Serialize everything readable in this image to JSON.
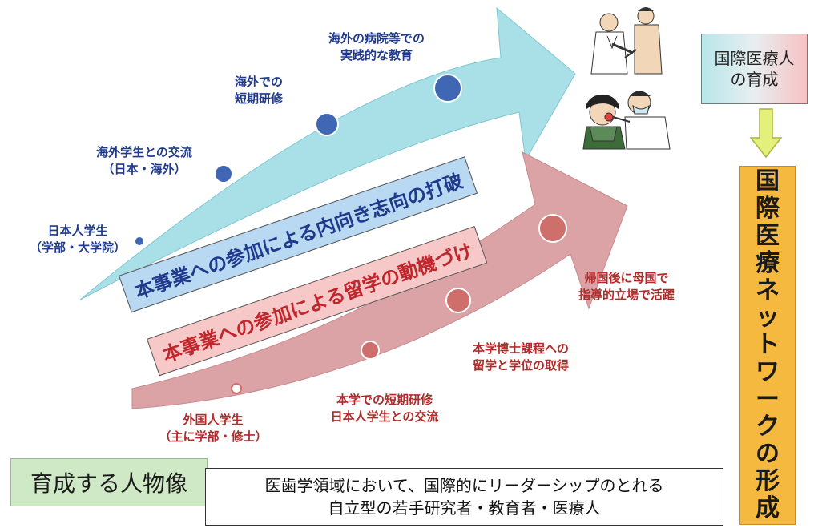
{
  "upper_track": {
    "labels": [
      [
        "日本人学生",
        "（学部・大学院）"
      ],
      [
        "海外学生との交流",
        "（日本・海外）"
      ],
      [
        "海外での",
        "短期研修"
      ],
      [
        "海外の病院等での",
        "実践的な教育"
      ]
    ],
    "banner": "本事業への参加による内向き志向の打破"
  },
  "lower_track": {
    "labels": [
      [
        "外国人学生",
        "（主に学部・修士）"
      ],
      [
        "本学での短期研修",
        "日本人学生との交流"
      ],
      [
        "本学博士課程への",
        "留学と学位の取得"
      ],
      [
        "帰国後に母国で",
        "指導的立場で活躍"
      ]
    ],
    "banner": "本事業への参加による留学の動機づけ"
  },
  "outcome": {
    "line1": "国際医療人",
    "line2": "の育成"
  },
  "network": {
    "text": "国際医療ネットワークの形成"
  },
  "profile": {
    "title": "育成する人物像",
    "line1": "医歯学領域において、国際的にリーダーシップのとれる",
    "line2": "自立型の若手研究者・教育者・医療人"
  },
  "colors": {
    "upper_arrow": "#a9dfe6",
    "lower_arrow": "#dba3a6",
    "blue_dot": "#3f67b3",
    "red_dot": "#cf6f6b",
    "network_bg": "#f6b93f",
    "down_arrow": "#e4f07c"
  },
  "icons": {
    "doctor_patient_top": "doctor-examining-patient-illustration",
    "doctor_child_bottom": "dentist-examining-child-illustration"
  }
}
